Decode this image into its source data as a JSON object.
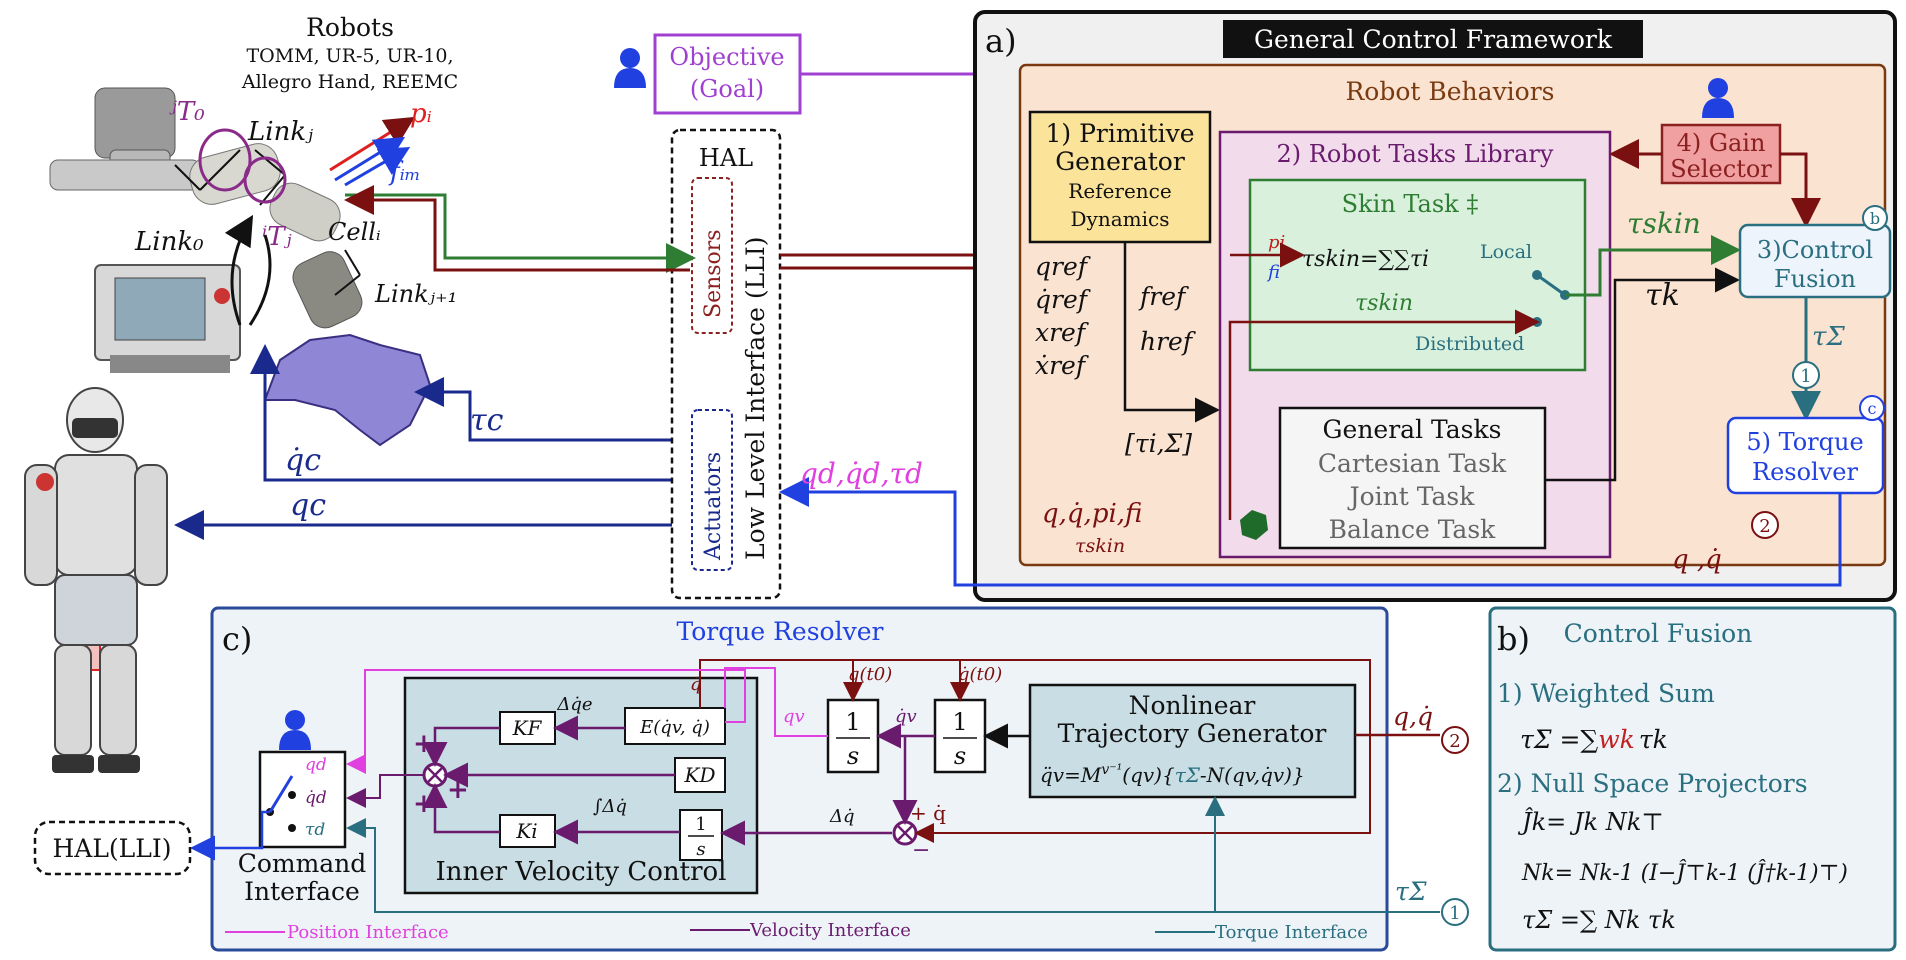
{
  "robots": {
    "title": "Robots",
    "list_line1": "TOMM, UR-5, UR-10,",
    "list_line2": "Allegro Hand, REEMC",
    "labels": {
      "jT0": "ʲT₀",
      "link_j": "Linkⱼ",
      "p_i": "pᵢ",
      "f_im": "fᵢₘ",
      "link_0": "Link₀",
      "iTj": "ⁱTⱼ",
      "cell_i": "Cellᵢ",
      "link_j1": "Linkⱼ₊₁"
    },
    "signals": {
      "tau_c": "τc",
      "qdot_c": "q̇c",
      "q_c": "qc"
    }
  },
  "objective": {
    "line1": "Objective",
    "line2": "(Goal)"
  },
  "hal": {
    "title": "HAL",
    "vertical_label": "Low Level Interface (LLI)",
    "sensors": "Sensors",
    "actuators": "Actuators",
    "command_signals": "qd,q̇d,τd"
  },
  "framework": {
    "letter": "a)",
    "title": "General Control Framework",
    "behaviors_title": "Robot Behaviors",
    "primitive": {
      "line1": "1) Primitive",
      "line2": "Generator",
      "line3": "Reference",
      "line4": "Dynamics"
    },
    "ref_left": [
      "qref",
      "q̇ref",
      "xref",
      "ẋref"
    ],
    "ref_right": [
      "fref",
      "href"
    ],
    "tau_sigma_bracket": "[τi,Σ]",
    "tasks_library": "2) Robot Tasks Library",
    "skin_task": {
      "title": "Skin Task ‡",
      "p_i": "pi",
      "f_i": "fi",
      "equation": "τskin=∑∑τi",
      "local": "Local",
      "distributed": "Distributed",
      "tau_skin": "τskin"
    },
    "general_tasks": {
      "title": "General Tasks",
      "items": [
        "Cartesian Task",
        "Joint Task",
        "Balance Task"
      ]
    },
    "gain_selector": {
      "line1": "4) Gain",
      "line2": "Selector"
    },
    "control_fusion": {
      "line1": "3)Control",
      "line2": "Fusion",
      "badge": "b"
    },
    "torque_resolver": {
      "line1": "5) Torque",
      "line2": "Resolver",
      "badge": "c"
    },
    "signals": {
      "tau_skin_out": "τskin",
      "tau_k": "τk",
      "tau_sigma": "τΣ",
      "circle1": "1",
      "circle2": "2",
      "q_qdot": "q ,q̇",
      "q_qd_pi_fi": "q,q̇,pi,fi",
      "tau_skin_bottom": "τskin"
    }
  },
  "torque_resolver_panel": {
    "letter": "c)",
    "title": "Torque Resolver",
    "inner_title": "Inner Velocity Control",
    "kf": "KF",
    "kd": "KD",
    "ki": "Ki",
    "e_block": "E(q̇v, q̇)",
    "int_block_num": "1",
    "int_block_den": "s",
    "delta_qe": "Δq̇e",
    "int_delta": "∫Δq̇",
    "qdot_top": "q̇",
    "qv": "qv",
    "qdot_v": "q̇v",
    "delta_qdot": "Δq̇",
    "plus_qdot": "+ q̇",
    "minus": "−",
    "q_t0": "q(t0)",
    "qdot_t0": "q̇(t0)",
    "nltg": {
      "line1": "Nonlinear",
      "line2": "Trajectory Generator",
      "equation_a": "q̈v=M",
      "equation_b": "(qv){",
      "equation_c": "τΣ",
      "equation_d": "-N(qv,q̇v)}",
      "minv": "v⁻¹"
    },
    "q_qdot_in": "q,q̇",
    "circle2": "2",
    "tau_sigma_in": "τΣ",
    "circle1": "1",
    "command_interface": {
      "line1": "Command",
      "line2": "Interface",
      "qd": "qd",
      "qdotd": "q̇d",
      "taud": "τd"
    },
    "hal_lli": "HAL(LLI)",
    "legend": {
      "position": "Position Interface",
      "velocity": "Velocity Interface",
      "torque": "Torque Interface"
    }
  },
  "control_fusion_panel": {
    "letter": "b)",
    "title": "Control Fusion",
    "weighted_sum": "1) Weighted Sum",
    "ws_eq_a": "τΣ =∑",
    "ws_eq_w": "wk",
    "ws_eq_b": "τk",
    "null_space": "2) Null Space Projectors",
    "ns_eq1": "Ĵk= Jk Nk⊤",
    "ns_eq2": "Nk= Nk-1 (I−Ĵ⊤k-1 (Ĵ†k-1)⊤)",
    "ns_eq3": "τΣ =∑ Nk τk"
  },
  "colors": {
    "purple_dark": "#6a1b6e",
    "maroon": "#7a1010",
    "green": "#2e7d32",
    "blue_dark": "#1a2a8c",
    "teal": "#2a6f80",
    "magenta": "#e040e0",
    "objective": "#a040d0",
    "behaviors_border": "#7a3a10"
  }
}
